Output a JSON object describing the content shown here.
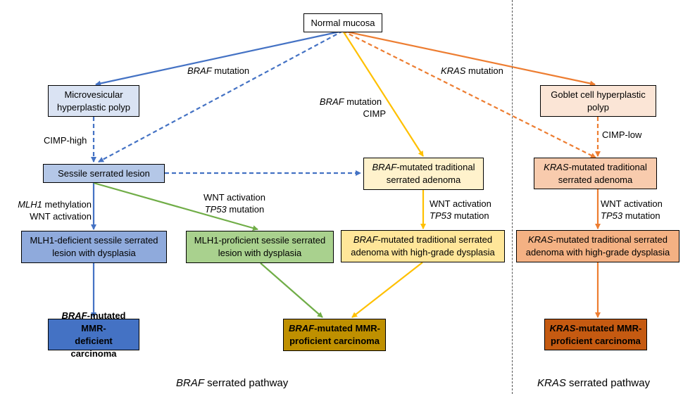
{
  "nodes": {
    "normal_mucosa": "Normal mucosa",
    "microvesicular_hp_l1": "Microvesicular",
    "microvesicular_hp_l2": "hyperplastic polyp",
    "sessile_serrated_lesion": "Sessile serrated lesion",
    "mlh1_deficient_l1": "MLH1-deficient sessile serrated",
    "mlh1_deficient_l2": "lesion with dysplasia",
    "mlh1_proficient_l1": "MLH1-proficient sessile serrated",
    "mlh1_proficient_l2": "lesion with dysplasia",
    "braf_tsa_italic": "BRAF",
    "braf_tsa_l1_rest": "-mutated traditional",
    "braf_tsa_l2": "serrated adenoma",
    "braf_tsa_hgd_italic": "BRAF",
    "braf_tsa_hgd_l1_rest": "-mutated traditional serrated",
    "braf_tsa_hgd_l2": "adenoma with high-grade dysplasia",
    "goblet_hp_l1": "Goblet cell hyperplastic",
    "goblet_hp_l2": "polyp",
    "kras_tsa_italic": "KRAS",
    "kras_tsa_l1_rest": "-mutated traditional",
    "kras_tsa_l2": "serrated adenoma",
    "kras_tsa_hgd_italic": "KRAS",
    "kras_tsa_hgd_l1_rest": "-mutated traditional serrated",
    "kras_tsa_hgd_l2": "adenoma with high-grade dysplasia",
    "braf_dmmr_italic": "BRAF",
    "braf_dmmr_l1_rest": "-mutated MMR-",
    "braf_dmmr_l2": "deficient carcinoma",
    "braf_pmmr_italic": "BRAF",
    "braf_pmmr_l1_rest": "-mutated MMR-",
    "braf_pmmr_l2": "proficient carcinoma",
    "kras_pmmr_italic": "KRAS",
    "kras_pmmr_l1_rest": "-mutated MMR-",
    "kras_pmmr_l2": "proficient carcinoma"
  },
  "edge_labels": {
    "braf_mutation_italic": "BRAF",
    "braf_mutation_rest": " mutation",
    "kras_mutation_italic": "KRAS",
    "kras_mutation_rest": " mutation",
    "braf_cimp_italic": "BRAF",
    "braf_cimp_rest": " mutation",
    "braf_cimp_l2": "CIMP",
    "cimp_high": "CIMP-high",
    "cimp_low": "CIMP-low",
    "mlh1_meth_italic": "MLH1",
    "mlh1_meth_rest": " methylation",
    "mlh1_wnt": "WNT activation",
    "mid_wnt": "WNT activation",
    "mid_tp53_italic": "TP53",
    "mid_tp53_rest": " mutation",
    "braf_wnt": "WNT activation",
    "braf_tp53_italic": "TP53",
    "braf_tp53_rest": " mutation",
    "kras_wnt": "WNT activation",
    "kras_tp53_italic": "TP53",
    "kras_tp53_rest": " mutation"
  },
  "pathways": {
    "braf_italic": "BRAF",
    "braf_rest": " serrated pathway",
    "kras_italic": "KRAS",
    "kras_rest": " serrated pathway"
  },
  "colors": {
    "blue": "#4472C4",
    "green": "#70AD47",
    "yellow": "#FFC000",
    "orange": "#ED7D31",
    "normal_fill": "#FFFFFF",
    "microvesicular_fill": "#DAE3F3",
    "ssl_fill": "#B4C7E7",
    "mlh1_def_fill": "#8FAADC",
    "mlh1_prof_fill": "#A9D18E",
    "braf_tsa_fill": "#FFF2CC",
    "braf_tsa_hgd_fill": "#FFE699",
    "goblet_fill": "#FBE5D6",
    "kras_tsa_fill": "#F8CBAD",
    "kras_tsa_hgd_fill": "#F4B183",
    "braf_dmmr_fill": "#4472C4",
    "braf_pmmr_fill": "#BF9000",
    "kras_pmmr_fill": "#C55A11"
  }
}
